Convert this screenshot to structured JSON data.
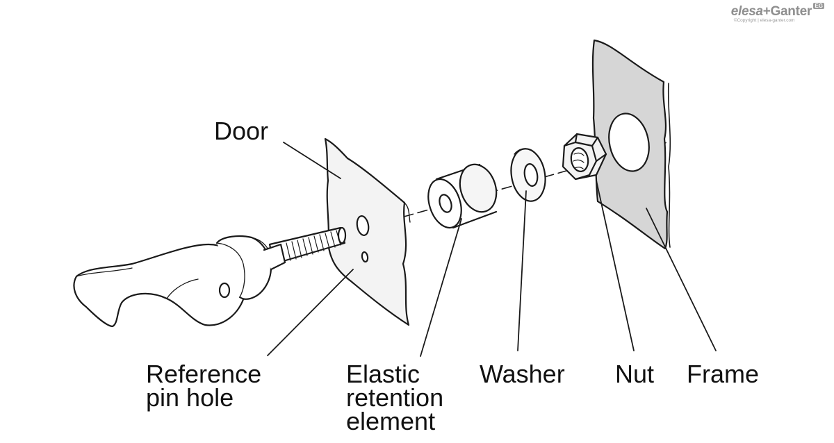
{
  "labels": {
    "door": "Door",
    "reference_pin_hole": "Reference\npin hole",
    "elastic_retention_element": "Elastic\nretention\nelement",
    "washer": "Washer",
    "nut": "Nut",
    "frame": "Frame"
  },
  "logo": {
    "brand_part1": "elesa",
    "brand_plus": "+",
    "brand_part2": "Ganter",
    "badge": "EG",
    "copyright": "©Copyright | elesa-ganter.com"
  },
  "colors": {
    "line": "#1a1a1a",
    "door_fill": "#f3f3f3",
    "frame_fill": "#d6d6d6",
    "logo_grey": "#8f8f8f"
  }
}
